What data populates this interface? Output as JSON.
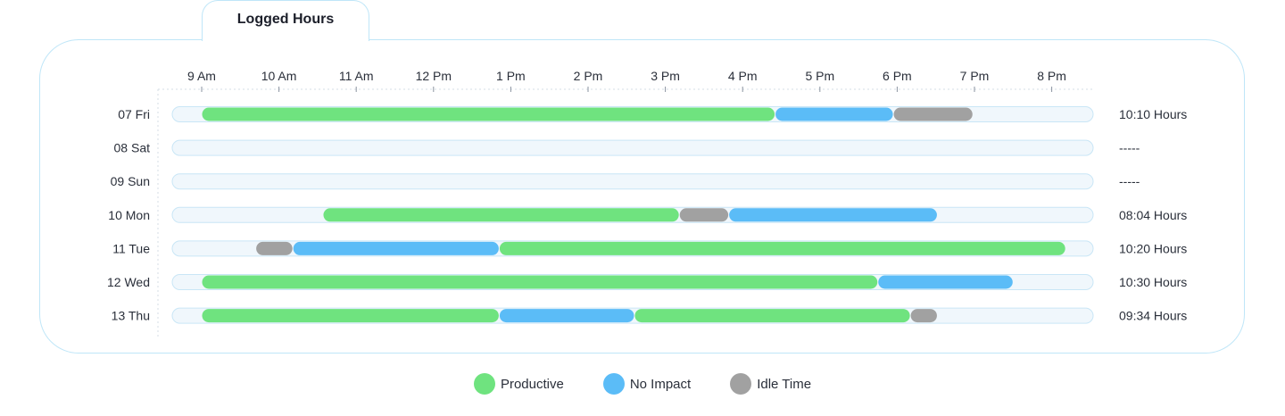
{
  "header": {
    "title": "Logged Hours"
  },
  "colors": {
    "Productive": "#6fe37f",
    "No Impact": "#5bbcf7",
    "Idle Time": "#a1a1a1",
    "track": "#f0f7fc",
    "track_border": "#c9e6f6"
  },
  "legend": {
    "items": [
      {
        "label": "Productive",
        "color": "#6fe37f"
      },
      {
        "label": "No Impact",
        "color": "#5bbcf7"
      },
      {
        "label": "Idle Time",
        "color": "#a1a1a1"
      }
    ]
  },
  "chart_data": {
    "type": "bar",
    "orientation": "horizontal-timeline",
    "x_ticks": [
      "9 Am",
      "10 Am",
      "11 Am",
      "12 Pm",
      "1 Pm",
      "2 Pm",
      "3 Pm",
      "4 Pm",
      "5 Pm",
      "6 Pm",
      "7 Pm",
      "8 Pm"
    ],
    "x_ticks_hours": [
      9,
      10,
      11,
      12,
      13,
      14,
      15,
      16,
      17,
      18,
      19,
      20
    ],
    "xlim_hours": [
      8.6,
      20.55
    ],
    "categories": [
      "07 Fri",
      "08 Sat",
      "09 Sun",
      "10 Mon",
      "11 Tue",
      "12 Wed",
      "13 Thu"
    ],
    "totals": [
      "10:10 Hours",
      "-----",
      "-----",
      "08:04 Hours",
      "10:20 Hours",
      "10:30 Hours",
      "09:34 Hours"
    ],
    "series": [
      {
        "name": "Productive"
      },
      {
        "name": "No Impact"
      },
      {
        "name": "Idle Time"
      }
    ],
    "rows": [
      {
        "day": "07 Fri",
        "segments": [
          {
            "type": "Productive",
            "start": 9.0,
            "end": 16.42
          },
          {
            "type": "No Impact",
            "start": 16.42,
            "end": 17.95
          },
          {
            "type": "Idle Time",
            "start": 17.95,
            "end": 18.98
          }
        ]
      },
      {
        "day": "08 Sat",
        "segments": []
      },
      {
        "day": "09 Sun",
        "segments": []
      },
      {
        "day": "10 Mon",
        "segments": [
          {
            "type": "Productive",
            "start": 10.57,
            "end": 15.18
          },
          {
            "type": "Idle Time",
            "start": 15.18,
            "end": 15.82
          },
          {
            "type": "No Impact",
            "start": 15.82,
            "end": 18.52
          }
        ]
      },
      {
        "day": "11 Tue",
        "segments": [
          {
            "type": "Idle Time",
            "start": 9.7,
            "end": 10.18
          },
          {
            "type": "No Impact",
            "start": 10.18,
            "end": 12.85
          },
          {
            "type": "Productive",
            "start": 12.85,
            "end": 20.18
          }
        ]
      },
      {
        "day": "12 Wed",
        "segments": [
          {
            "type": "Productive",
            "start": 9.0,
            "end": 17.75
          },
          {
            "type": "No Impact",
            "start": 17.75,
            "end": 19.5
          }
        ]
      },
      {
        "day": "13 Thu",
        "segments": [
          {
            "type": "Productive",
            "start": 9.0,
            "end": 12.85
          },
          {
            "type": "No Impact",
            "start": 12.85,
            "end": 14.6
          },
          {
            "type": "Productive",
            "start": 14.6,
            "end": 18.17
          },
          {
            "type": "Idle Time",
            "start": 18.17,
            "end": 18.52
          }
        ]
      }
    ]
  }
}
